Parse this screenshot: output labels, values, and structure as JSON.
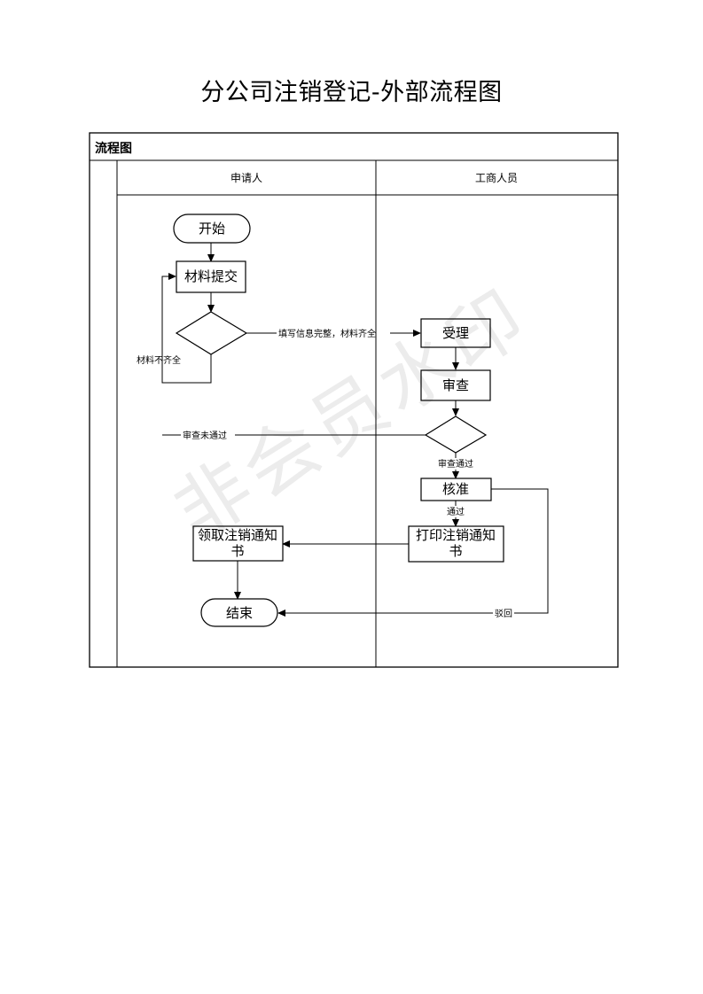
{
  "document": {
    "title": "分公司注销登记-外部流程图",
    "watermark": "非会员水印"
  },
  "table": {
    "header": "流程图",
    "lanes": [
      "申请人",
      "工商人员"
    ]
  },
  "nodes": {
    "start": "开始",
    "submit": "材料提交",
    "accept": "受理",
    "review": "审查",
    "approve": "核准",
    "print_line1": "打印注销通知",
    "print_line2": "书",
    "collect_line1": "领取注销通知",
    "collect_line2": "书",
    "end": "结束"
  },
  "edges": {
    "complete": "填写信息完整，材料齐全",
    "incomplete": "材料不齐全",
    "review_fail": "审查未通过",
    "review_pass": "审查通过",
    "pass": "通过",
    "reject": "驳回"
  }
}
